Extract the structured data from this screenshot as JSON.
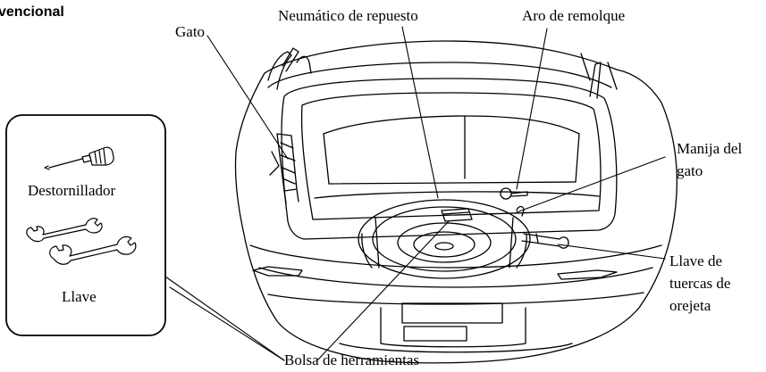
{
  "heading": {
    "text": "vencional"
  },
  "labels": {
    "gato": "Gato",
    "neumatico": "Neumático de repuesto",
    "aro": "Aro de remolque",
    "manija_line1": "Manija del",
    "manija_line2": "gato",
    "llave_tuercas_line1": "Llave de",
    "llave_tuercas_line2": "tuercas de",
    "llave_tuercas_line3": "orejeta",
    "bolsa": "Bolsa de herramientas"
  },
  "inset": {
    "destornillador": "Destornillador",
    "llave": "Llave"
  },
  "icons": [
    "screwdriver-icon",
    "wrench-icon"
  ],
  "colors": {
    "line": "#000000",
    "background": "#ffffff"
  }
}
